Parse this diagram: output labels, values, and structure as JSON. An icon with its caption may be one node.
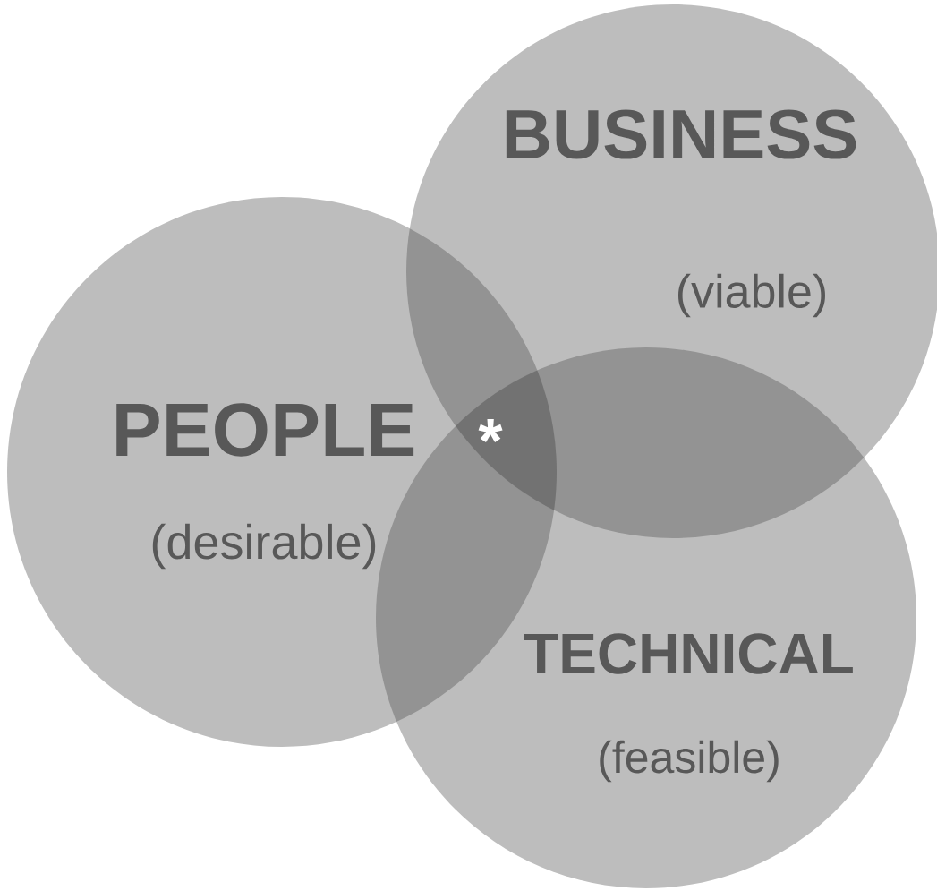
{
  "diagram": {
    "nodes": [
      {
        "text": [
          "PEOPLE",
          "(desirable)"
        ]
      },
      {
        "text": [
          "BUSINESS",
          "(viable)"
        ]
      },
      {
        "text": [
          "TECHNICAL",
          "(feasible)"
        ]
      }
    ],
    "labels": [
      "*"
    ]
  }
}
